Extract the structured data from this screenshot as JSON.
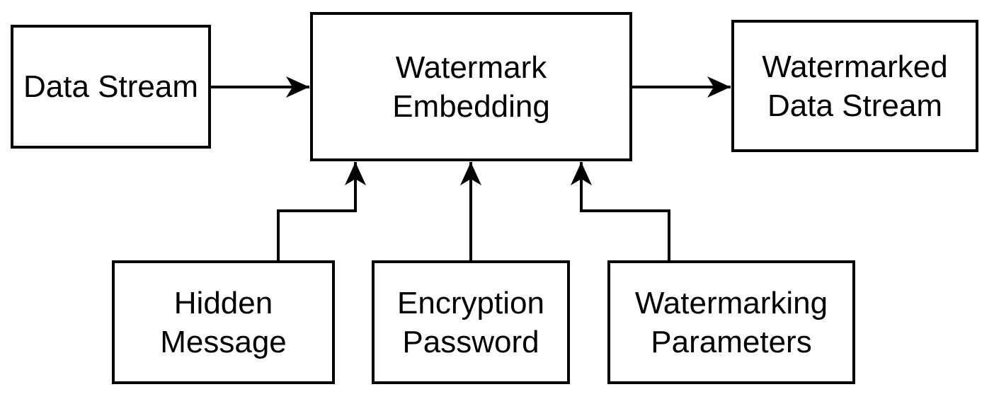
{
  "diagram": {
    "nodes": {
      "data_stream": {
        "label": "Data Stream"
      },
      "watermark_embedding": {
        "label": "Watermark\nEmbedding"
      },
      "watermarked_data_stream": {
        "label": "Watermarked\nData Stream"
      },
      "hidden_message": {
        "label": "Hidden\nMessage"
      },
      "encryption_password": {
        "label": "Encryption\nPassword"
      },
      "watermarking_parameters": {
        "label": "Watermarking\nParameters"
      }
    },
    "edges": [
      {
        "from": "Data Stream",
        "to": "Watermark Embedding"
      },
      {
        "from": "Watermark Embedding",
        "to": "Watermarked Data Stream"
      },
      {
        "from": "Hidden Message",
        "to": "Watermark Embedding"
      },
      {
        "from": "Encryption Password",
        "to": "Watermark Embedding"
      },
      {
        "from": "Watermarking Parameters",
        "to": "Watermark Embedding"
      }
    ],
    "colors": {
      "stroke": "#000000",
      "background": "#ffffff",
      "text": "#000000"
    }
  }
}
